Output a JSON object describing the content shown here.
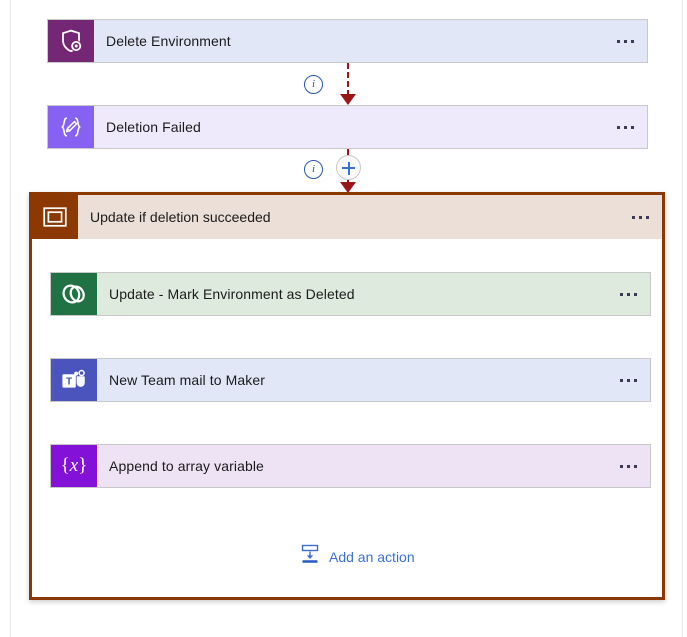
{
  "flow": {
    "top_actions": [
      {
        "id": "delete-environment",
        "title": "Delete Environment",
        "icon": "shield-delete-icon",
        "icon_color": "#742774",
        "card_color": "#e2e7f8",
        "menu": "more-options"
      },
      {
        "id": "deletion-failed",
        "title": "Deletion Failed",
        "icon": "compose-braces-pencil-icon",
        "icon_color": "#8661f2",
        "card_color": "#eeeafb",
        "menu": "more-options"
      }
    ],
    "connectors": [
      {
        "id": "conn-delete-to-failed",
        "style": "dashed",
        "color": "#9b1616",
        "info": "i"
      },
      {
        "id": "conn-failed-to-scope",
        "style": "dashed",
        "color": "#9b1616",
        "info": "i",
        "insert_button": "+"
      }
    ],
    "scope": {
      "id": "update-if-deletion-succeeded",
      "title": "Update if deletion succeeded",
      "icon": "scope-rectangle-icon",
      "border_color": "#8c3803",
      "header_color": "#ecdfd7",
      "icon_color": "#8c3803",
      "menu": "more-options",
      "actions": [
        {
          "id": "update-mark-environment-as-deleted",
          "title": "Update - Mark Environment as Deleted",
          "icon": "dataverse-loops-icon",
          "icon_color": "#207245",
          "card_color": "#dfeade",
          "menu": "more-options"
        },
        {
          "id": "new-team-mail-to-maker",
          "title": "New Team mail to Maker",
          "icon": "microsoft-teams-icon",
          "icon_color": "#4b53bc",
          "card_color": "#e2e7f8",
          "menu": "more-options"
        },
        {
          "id": "append-to-array-variable",
          "title": "Append to array variable",
          "icon": "variable-braces-x-icon",
          "icon_color": "#8411d7",
          "card_color": "#eee3f5",
          "menu": "more-options"
        }
      ],
      "inner_connectors": [
        {
          "id": "conn-update-to-teams",
          "style": "solid",
          "color": "#3b3b3b"
        },
        {
          "id": "conn-teams-to-append",
          "style": "solid",
          "color": "#3b3b3b"
        }
      ],
      "add_action": {
        "label": "Add an action",
        "icon": "insert-action-icon",
        "color": "#3b6fd6"
      }
    }
  }
}
